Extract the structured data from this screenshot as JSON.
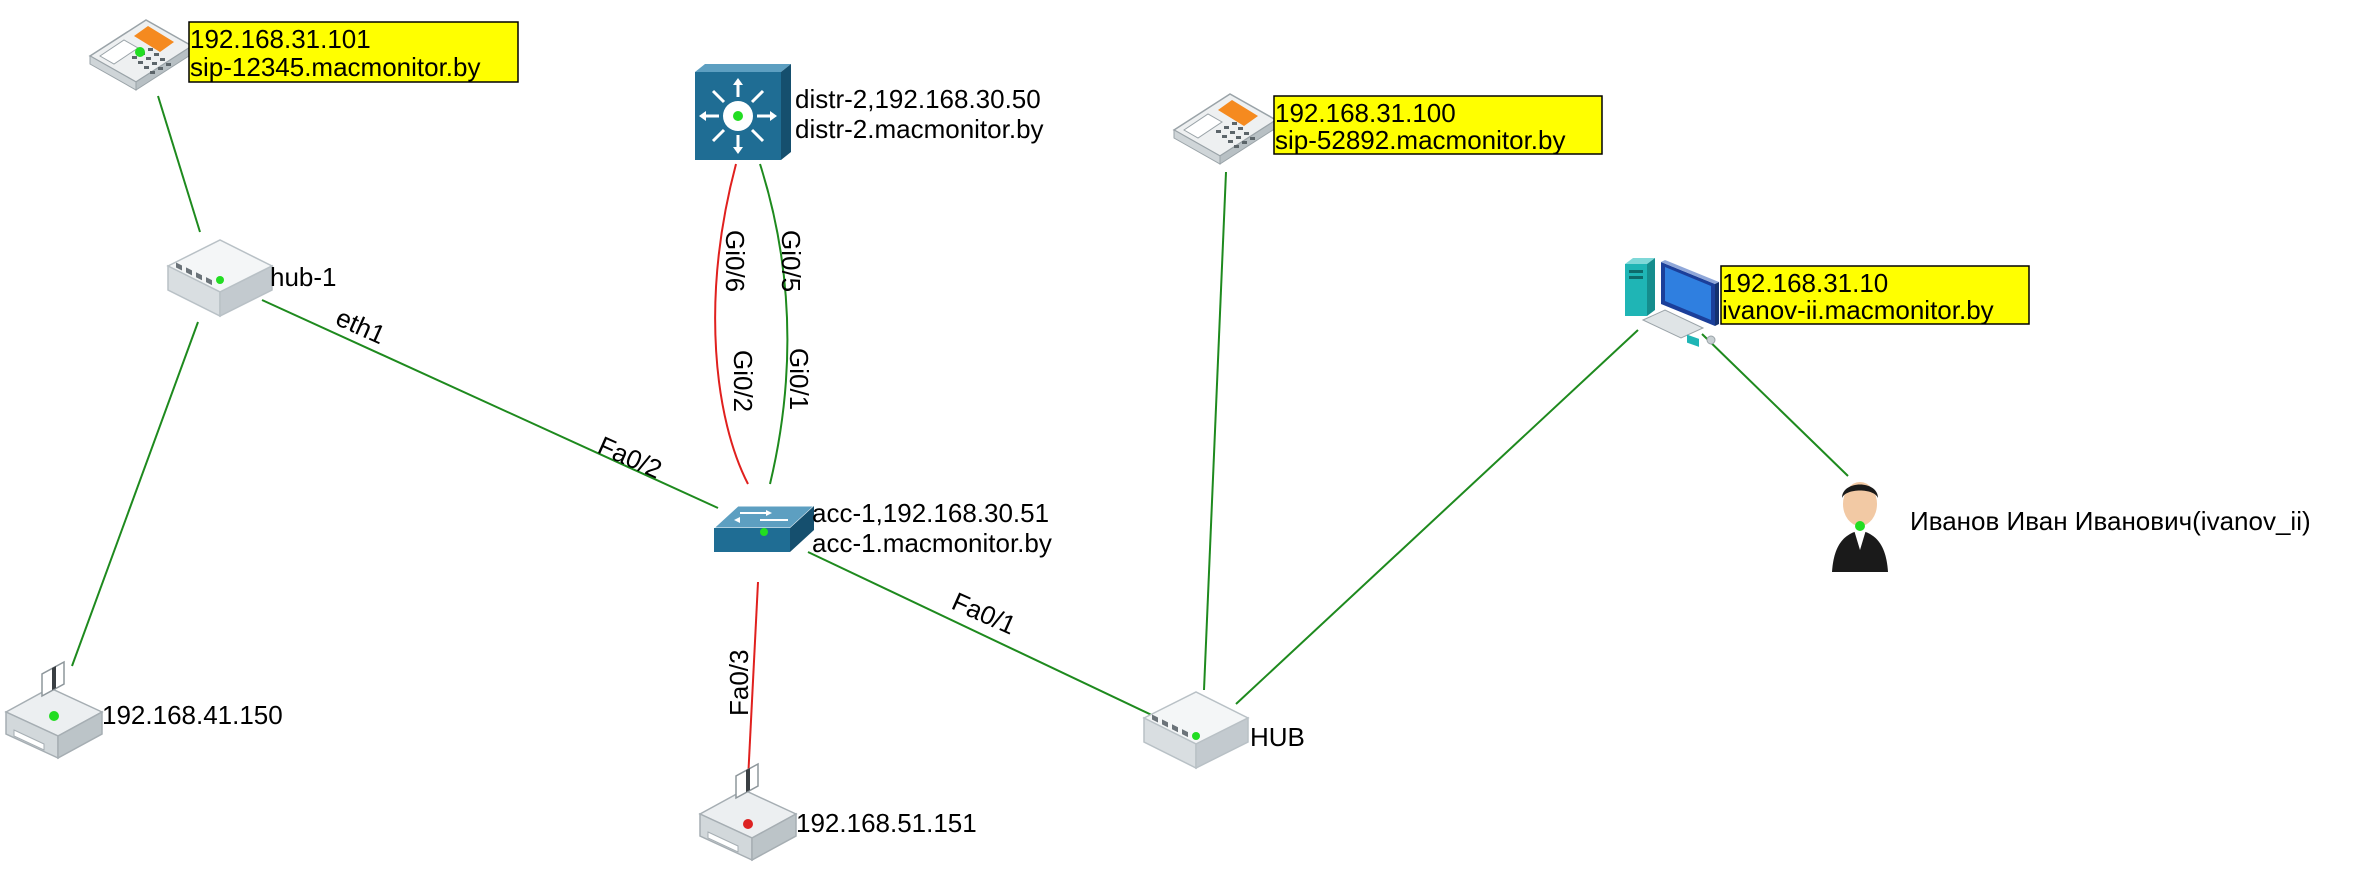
{
  "nodes": {
    "sip1": {
      "ip": "192.168.31.101",
      "host": "sip-12345.macmonitor.by"
    },
    "sip2": {
      "ip": "192.168.31.100",
      "host": "sip-52892.macmonitor.by"
    },
    "distr": {
      "line1": "distr-2,192.168.30.50",
      "line2": "distr-2.macmonitor.by"
    },
    "hub1": {
      "name": "hub-1"
    },
    "acc": {
      "line1": "acc-1,192.168.30.51",
      "line2": "acc-1.macmonitor.by"
    },
    "pc": {
      "ip": "192.168.31.10",
      "host": "ivanov-ii.macmonitor.by"
    },
    "user": {
      "name": "Иванов Иван Иванович(ivanov_ii)"
    },
    "printer1": {
      "ip": "192.168.41.150"
    },
    "printer2": {
      "ip": "192.168.51.151"
    },
    "hub2": {
      "name": "HUB"
    }
  },
  "ports": {
    "eth1": "eth1",
    "fa0_2": "Fa0/2",
    "gi0_6": "Gi0/6",
    "gi0_5": "Gi0/5",
    "gi0_2": "Gi0/2",
    "gi0_1": "Gi0/1",
    "fa0_3": "Fa0/3",
    "fa0_1": "Fa0/1"
  },
  "colors": {
    "link_up": "#1e8a1e",
    "link_down": "#e0201e",
    "highlight": "#ffff00",
    "status_up": "#22dd22",
    "status_down": "#dd2222",
    "cisco_blue": "#1f6d94"
  },
  "icons": {
    "sip1": "ip-phone-icon",
    "sip2": "ip-phone-icon",
    "distr": "layer3-switch-icon",
    "hub1": "hub-icon",
    "acc": "workgroup-switch-icon",
    "pc": "workstation-icon",
    "user": "user-icon",
    "printer1": "printer-icon",
    "printer2": "printer-icon",
    "hub2": "hub-icon"
  }
}
